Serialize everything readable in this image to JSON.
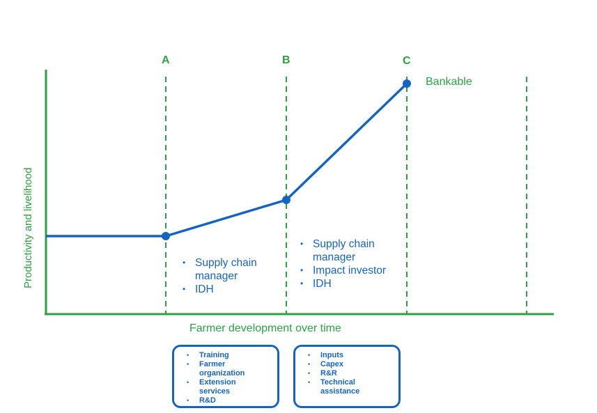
{
  "diagram": {
    "axis_y_label": "Productivity and livelihood",
    "axis_x_label": "Farmer development over time",
    "stages": [
      {
        "label": "A"
      },
      {
        "label": "B"
      },
      {
        "label": "C"
      }
    ],
    "end_label": "Bankable",
    "actors_a": [
      "Supply chain manager",
      "IDH"
    ],
    "actors_b": [
      "Supply chain manager",
      "Impact investor",
      "IDH"
    ],
    "box_1": [
      "Training",
      "Farmer organization",
      "Extension services",
      "R&D"
    ],
    "box_2": [
      "Inputs",
      "Capex",
      "R&R",
      "Technical assistance"
    ],
    "colors": {
      "axis": "#2ea043",
      "curve": "#1565c0",
      "text_green": "#2ea043",
      "text_blue": "#1565c0"
    }
  }
}
